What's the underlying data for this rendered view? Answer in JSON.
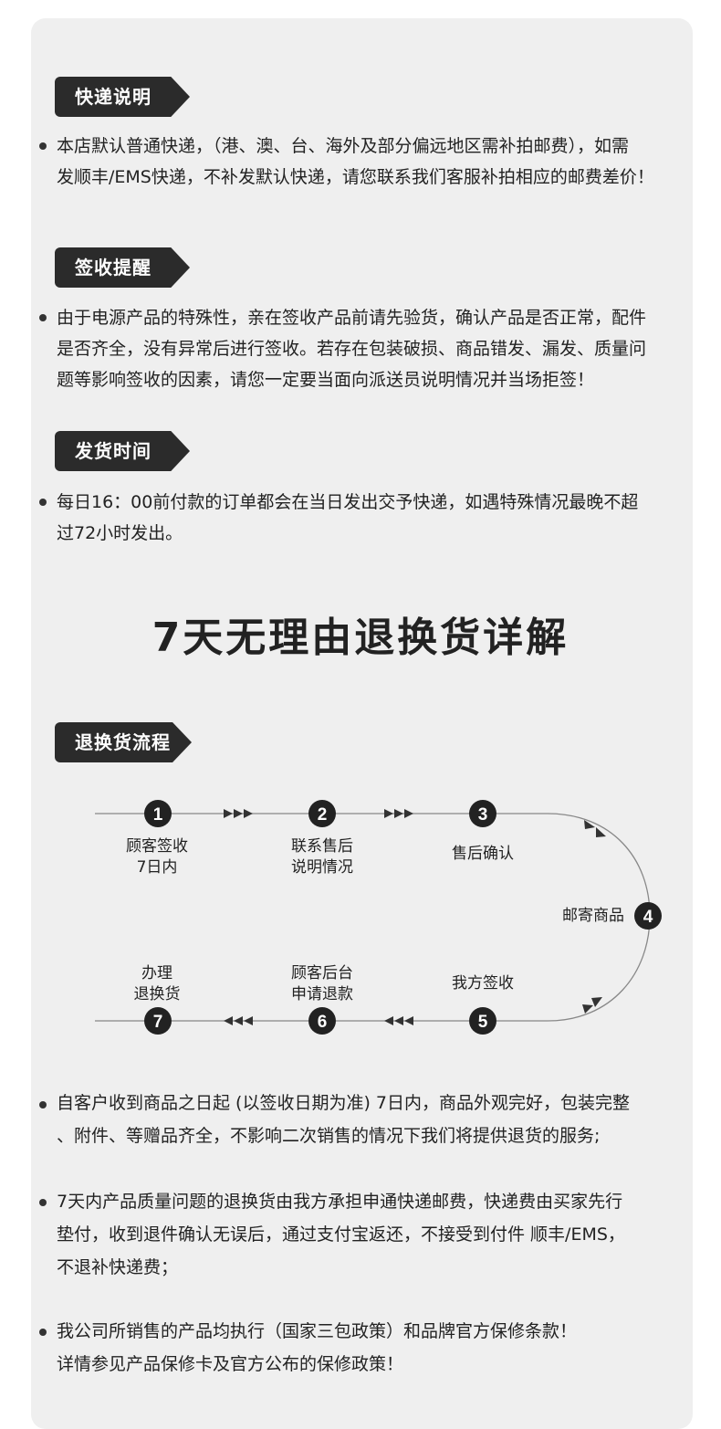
{
  "sections": {
    "shipping": {
      "tag": "快递说明",
      "lines": [
        "本店默认普通快递，（港、澳、台、海外及部分偏远地区需补拍邮费），如需",
        "发顺丰/EMS快递，不补发默认快递，请您联系我们客服补拍相应的邮费差价！"
      ]
    },
    "receipt": {
      "tag": "签收提醒",
      "lines": [
        "由于电源产品的特殊性，亲在签收产品前请先验货，确认产品是否正常，配件",
        "是否齐全，没有异常后进行签收。若存在包装破损、商品错发、漏发、质量问",
        "题等影响签收的因素，请您一定要当面向派送员说明情况并当场拒签！"
      ]
    },
    "delivery_time": {
      "tag": "发货时间",
      "lines": [
        "每日16：00前付款的订单都会在当日发出交予快递，如遇特殊情况最晚不超",
        "过72小时发出。"
      ]
    }
  },
  "return_title": "7天无理由退换货详解",
  "process": {
    "tag": "退换货流程",
    "steps": [
      {
        "number": "1",
        "lines": [
          "顾客签收",
          "7日内"
        ]
      },
      {
        "number": "2",
        "lines": [
          "联系售后",
          "说明情况"
        ]
      },
      {
        "number": "3",
        "lines": [
          "售后确认"
        ]
      },
      {
        "number": "4",
        "lines": [
          "邮寄商品"
        ]
      },
      {
        "number": "5",
        "lines": [
          "我方签收"
        ]
      },
      {
        "number": "6",
        "lines": [
          "顾客后台",
          "申请退款"
        ]
      },
      {
        "number": "7",
        "lines": [
          "办理",
          "退换货"
        ]
      }
    ]
  },
  "policies": [
    {
      "lines": [
        "自客户收到商品之日起 (以签收日期为准) 7日内，商品外观完好，包装完整",
        "、附件、等赠品齐全，不影响二次销售的情况下我们将提供退货的服务;"
      ]
    },
    {
      "lines": [
        "7天内产品质量问题的退换货由我方承担申通快递邮费，快递费由买家先行",
        "垫付，收到退件确认无误后，通过支付宝返还，不接受到付件 顺丰/EMS，",
        "不退补快递费；"
      ]
    },
    {
      "lines": [
        "我公司所销售的产品均执行（国家三包政策）和品牌官方保修条款！",
        "详情参见产品保修卡及官方公布的保修政策！"
      ]
    }
  ],
  "colors": {
    "card_bg": "#efefef",
    "tag_bg": "#2b2b2b",
    "circle": "#222222",
    "line": "#888888"
  }
}
